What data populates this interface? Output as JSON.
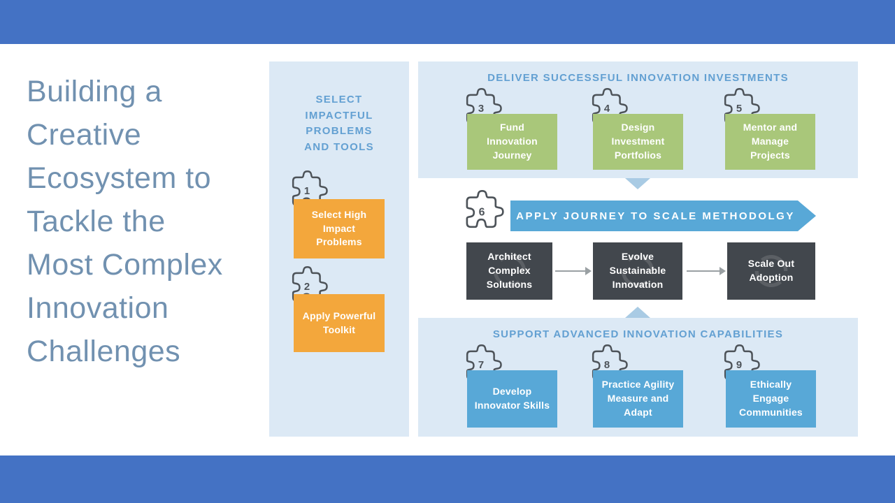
{
  "colors": {
    "bar_blue": "#4472c4",
    "panel_blue": "#dce9f5",
    "header_blue": "#63a0d2",
    "title_color": "#7191b0",
    "orange": "#f3a73c",
    "green": "#a9c77a",
    "box_blue": "#58a8d7",
    "dark": "#42474d",
    "triangle": "#a9cbe4",
    "puzzle_outline": "#4d5359",
    "connector_gray": "#9aa0a3"
  },
  "title": "Building a Creative Ecosystem to Tackle the Most Complex Innovation Challenges",
  "left_panel": {
    "header": "SELECT IMPACTFUL PROBLEMS AND TOOLS",
    "steps": [
      {
        "num": "1",
        "label": "Select High Impact Problems"
      },
      {
        "num": "2",
        "label": "Apply Powerful Toolkit"
      }
    ]
  },
  "deliver_panel": {
    "header": "DELIVER SUCCESSFUL INNOVATION INVESTMENTS",
    "steps": [
      {
        "num": "3",
        "label": "Fund Innovation Journey"
      },
      {
        "num": "4",
        "label": "Design Investment Portfolios"
      },
      {
        "num": "5",
        "label": "Mentor and Manage Projects"
      }
    ]
  },
  "scale_band": {
    "step_num": "6",
    "banner": "APPLY JOURNEY TO SCALE METHODOLGY",
    "stages": [
      {
        "label": "Architect Complex Solutions"
      },
      {
        "label": "Evolve Sustainable Innovation"
      },
      {
        "label": "Scale Out Adoption"
      }
    ]
  },
  "support_panel": {
    "header": "SUPPORT ADVANCED INNOVATION CAPABILITIES",
    "steps": [
      {
        "num": "7",
        "label": "Develop Innovator Skills"
      },
      {
        "num": "8",
        "label": "Practice Agility Measure and Adapt"
      },
      {
        "num": "9",
        "label": "Ethically Engage Communities"
      }
    ]
  }
}
